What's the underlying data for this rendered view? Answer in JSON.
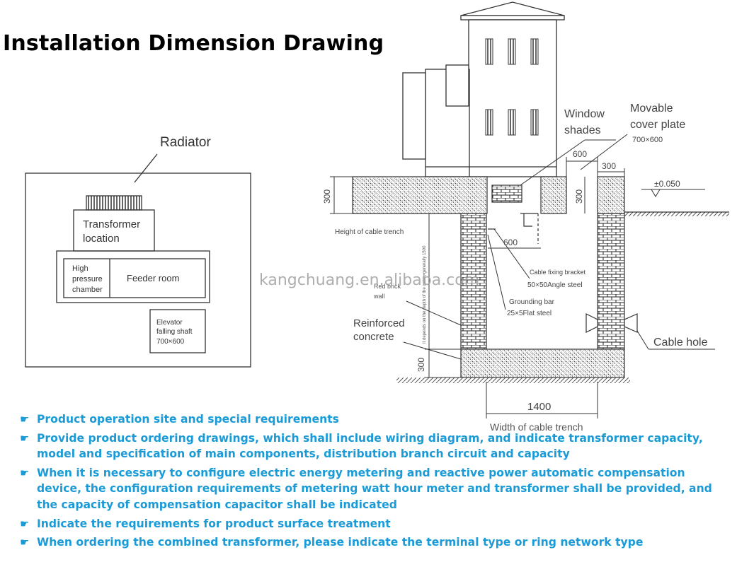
{
  "title": "Installation Dimension Drawing",
  "watermark": "kangchuang.en.alibaba.com",
  "plan": {
    "radiator": "Radiator",
    "transformer_location": "Transformer location",
    "high_pressure_chamber": "High pressure chamber",
    "feeder_room": "Feeder room",
    "elevator_shaft": "Elevator falling shaft",
    "elevator_size": "700×600"
  },
  "section": {
    "window_shades": "Window shades",
    "movable_cover_plate": "Movable cover plate",
    "cover_size": "700×600",
    "dim_600_top": "600",
    "dim_300_right": "300",
    "dim_300_slab_left": "300",
    "dim_300_slab_right": "300",
    "level": "±0.050",
    "height_of_cable_trench": "Height of cable trench",
    "depth_note": "It depends on the depth of the cable, generally 1500",
    "dim_600_mid": "600",
    "cable_fixing_bracket": "Cable fixing bracket",
    "angle_steel": "50×50Angle steel",
    "red_brick_wall": "Red brick wall",
    "grounding_bar": "Grounding bar",
    "flat_steel": "25×5Flat steel",
    "reinforced_concrete": "Reinforced concrete",
    "cable_hole": "Cable hole",
    "dim_300_bottom": "300",
    "dim_1400": "1400",
    "width_of_cable_trench": "Width of cable trench"
  },
  "bullet_icon": "pointing-hand-icon",
  "bullets": [
    "Product operation site and special requirements",
    "Provide product ordering drawings, which shall include wiring diagram, and indicate transformer capacity, model and specification of main components, distribution branch circuit and capacity",
    "When it is necessary to configure electric energy metering and reactive power automatic compensation device, the configuration requirements of metering watt hour meter and transformer shall be provided, and the capacity of compensation capacitor shall be indicated",
    "Indicate the requirements for product surface treatment",
    "When ordering the combined transformer, please indicate the terminal type or ring network type"
  ],
  "colors": {
    "bullet_text": "#1a9bd7",
    "line": "#333333"
  }
}
